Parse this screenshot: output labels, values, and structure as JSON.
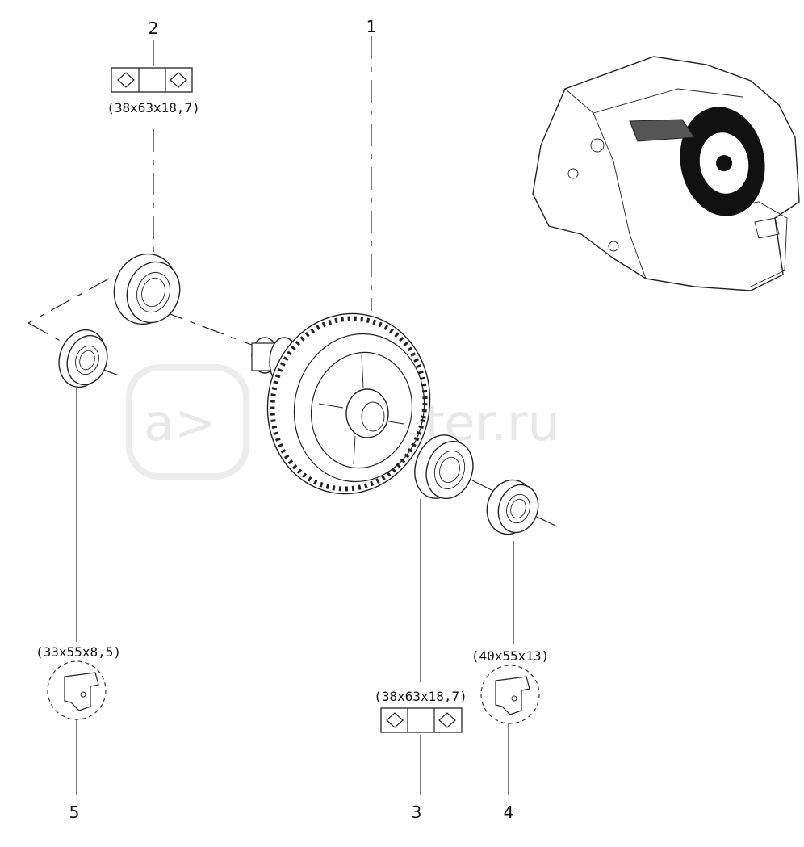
{
  "callouts": {
    "p1": "1",
    "p2": "2",
    "p3": "3",
    "p4": "4",
    "p5": "5"
  },
  "dimensions": {
    "bearing_top": "(38x63x18,7)",
    "bearing_bottom": "(38x63x18,7)",
    "seal_left": "(33x55x8,5)",
    "seal_right": "(40x55x13)"
  },
  "watermark": {
    "text": "autopiter.ru"
  },
  "icons": {
    "bearing_symbol": "tapered-roller-bearing-icon",
    "seal_symbol": "lip-seal-icon",
    "location_view": "gearbox-location-icon"
  }
}
